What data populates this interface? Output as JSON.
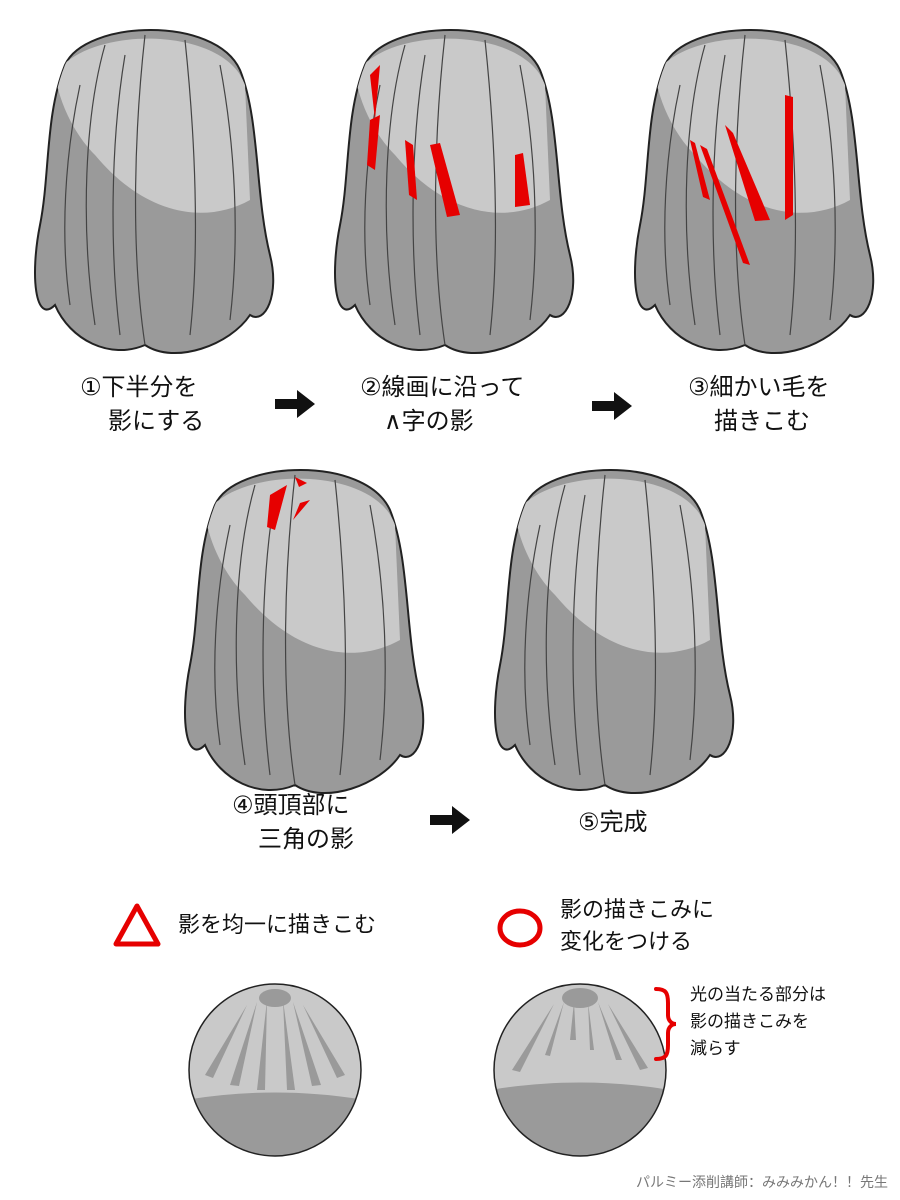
{
  "steps": [
    {
      "line1": "①下半分を",
      "line2": "影にする"
    },
    {
      "line1": "②線画に沿って",
      "line2": "∧字の影"
    },
    {
      "line1": "③細かい毛を",
      "line2": "描きこむ"
    },
    {
      "line1": "④頭頂部に",
      "line2": "三角の影"
    },
    {
      "line1": "⑤完成",
      "line2": ""
    }
  ],
  "examples": {
    "bad": {
      "symbol": "triangle",
      "line1": "影を均一に描きこむ"
    },
    "good": {
      "symbol": "circle",
      "line1": "影の描きこみに",
      "line2": "変化をつける"
    }
  },
  "note": {
    "line1": "光の当たる部分は",
    "line2": "影の描きこみを",
    "line3": "減らす"
  },
  "credit": "パルミー添削講師：みみみかん！！先生",
  "colors": {
    "highlight": "#e60000",
    "hair_light": "#c9c9c9",
    "hair_shadow": "#9a9a9a",
    "line": "#222222"
  }
}
